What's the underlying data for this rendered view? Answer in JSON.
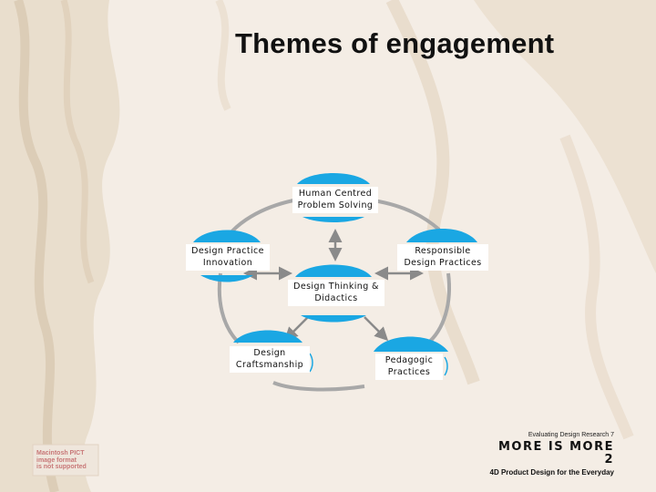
{
  "slide": {
    "title": "Themes of engagement"
  },
  "diagram": {
    "colors": {
      "node_blue": "#1aa7e3",
      "ring_gray": "#a8a8a8",
      "arrow_gray": "#8a8a8a",
      "label_bg": "#ffffff"
    },
    "nodes": [
      {
        "id": "hcps",
        "label": "Human Centred\nProblem Solving"
      },
      {
        "id": "dpi",
        "label": "Design Practice\nInnovation"
      },
      {
        "id": "rdp",
        "label": "Responsible\nDesign Practices"
      },
      {
        "id": "dtd",
        "label": "Design Thinking &\nDidactics"
      },
      {
        "id": "dc",
        "label": "Design\nCraftsmanship"
      },
      {
        "id": "pp",
        "label": "Pedagogic\nPractices"
      }
    ]
  },
  "placeholder_note": "Macintosh PICT\nimage format\nis not supported",
  "footer": {
    "research": "Evaluating Design Research 7",
    "brand": "MORE IS MORE 2",
    "tagline": "4D Product Design for the Everyday"
  }
}
